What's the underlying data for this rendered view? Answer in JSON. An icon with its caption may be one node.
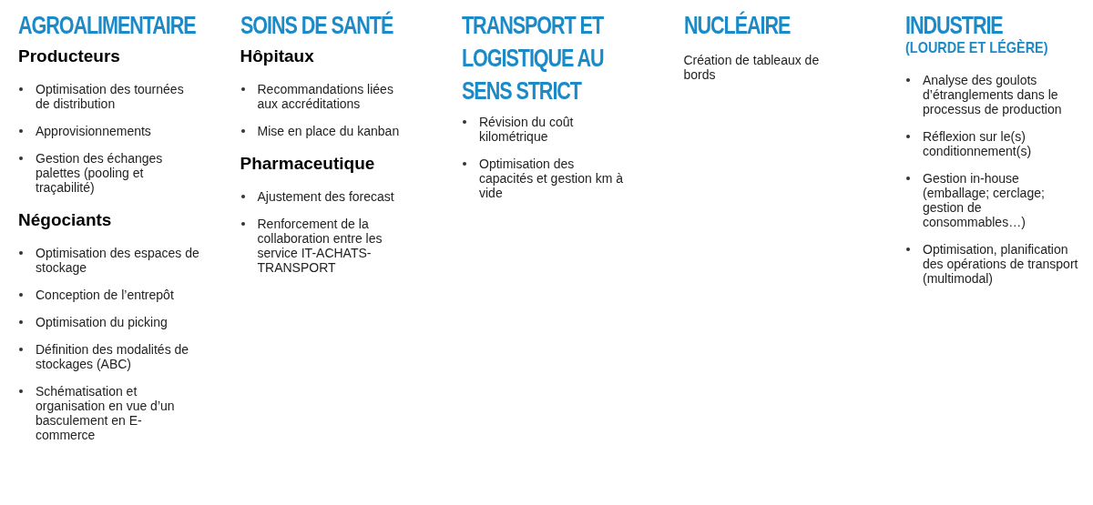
{
  "diagram": {
    "labels": [
      "AGROALIMENTAIRE",
      "Producteurs",
      "Optimisation des tournées de distribution",
      "Approvisionnements",
      "Gestion des échanges palettes (pooling et traçabilité)",
      "Négociants",
      "Optimisation des espaces de stockage",
      "Conception de l’entrepôt",
      "Optimisation du picking",
      "Définition des modalités de stockages (ABC)",
      "Schématisation et organisation en vue d’un basculement en E-commerce",
      "SOINS DE SANTÉ",
      "Hôpitaux",
      "Recommandations liées aux accréditations",
      "Mise en place du kanban",
      "Pharmaceutique",
      "Ajustement des forecast",
      "Renforcement de la collaboration entre les service IT-ACHATS-TRANSPORT",
      "TRANSPORT ET LOGISTIQUE AU SENS STRICT",
      "Révision du coût kilométrique",
      "Optimisation des capacités et gestion km à vide",
      "NUCLÉAIRE",
      "Création de tableaux de bords",
      "INDUSTRIE",
      "(LOURDE ET LÉGÈRE)",
      "Analyse des goulots d’étranglements dans le processus de production",
      "Réflexion sur le(s) conditionnement(s)",
      "Gestion in-house (emballage; cerclage; gestion de consommables…)",
      "Optimisation, planification des opérations de transport (multimodal)"
    ]
  }
}
